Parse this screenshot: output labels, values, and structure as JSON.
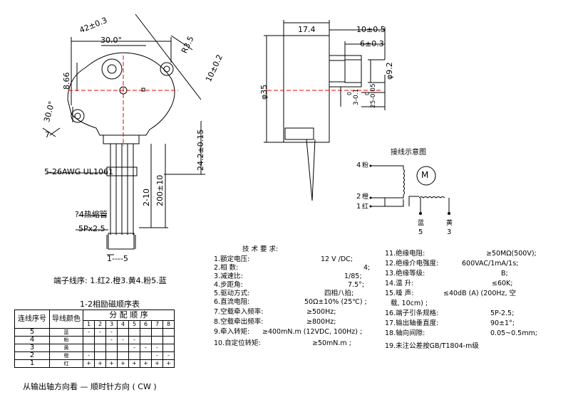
{
  "front_view": {
    "dims": [
      "42±0.3",
      "30.0°",
      "R3.5",
      "10±0.2",
      "8.66",
      "30.0°",
      "7",
      "24.2±0.15",
      "2-10",
      "200±10"
    ],
    "wire_label": "5-26AWG UL1061",
    "sleeve_label": "?4热缩管",
    "pitch_label": "5Px2.5",
    "connector_label": "1----5"
  },
  "side_view": {
    "dims": [
      "17.4",
      "10±0.5",
      "6±0.3",
      "φ35",
      "φ9.2",
      "3-0.1",
      "0",
      "25-0.05",
      "0"
    ]
  },
  "wiring": {
    "title": "接线示意图",
    "motor_symbol": "M",
    "left_labels": [
      {
        "num": "4",
        "color": "粉"
      },
      {
        "num": "2",
        "color": "橙"
      },
      {
        "num": "1",
        "color": "红"
      }
    ],
    "bottom_labels": [
      {
        "color": "蓝",
        "num": "5"
      },
      {
        "color": "黄",
        "num": "3"
      }
    ]
  },
  "terminal_order": "端子线序: 1.红2.橙3.黄4.粉5.蓝",
  "table": {
    "title": "1-2相励磁顺序表",
    "col_seq": "连线序号",
    "col_color": "导线颜色",
    "col_group": "分 配 顺 序",
    "steps": [
      "1",
      "2",
      "3",
      "4",
      "5",
      "6",
      "7",
      "8"
    ],
    "rows": [
      {
        "seq": "5",
        "color": "蓝",
        "cells": [
          "-",
          "-",
          "-",
          "",
          "",
          "",
          "",
          ""
        ]
      },
      {
        "seq": "4",
        "color": "粉",
        "cells": [
          "",
          "",
          "-",
          "-",
          "-",
          "",
          "",
          ""
        ]
      },
      {
        "seq": "3",
        "color": "黄",
        "cells": [
          "",
          "",
          "",
          "",
          "-",
          "-",
          "-",
          ""
        ]
      },
      {
        "seq": "2",
        "color": "橙",
        "cells": [
          "-",
          "",
          "",
          "",
          "",
          "",
          "-",
          "-"
        ]
      },
      {
        "seq": "1",
        "color": "红",
        "cells": [
          "+",
          "+",
          "+",
          "+",
          "+",
          "+",
          "+",
          "+"
        ]
      }
    ],
    "footer": "从输出轴方向看 — 顺时针方向 ( CW )"
  },
  "specs": {
    "title": "技 术 要 求:",
    "left": [
      {
        "label": "1.额定电压:",
        "value": "12 V /DC;"
      },
      {
        "label": "2.相        数:",
        "value": "4;"
      },
      {
        "label": "3.减速比:",
        "value": "1/85;"
      },
      {
        "label": "4.步距角:",
        "value": "7.5°;"
      },
      {
        "label": "5.驱动方式:",
        "value": "四相八拍;"
      },
      {
        "label": "6.直流电阻:",
        "value": "50Ω±10% (25℃) ;"
      },
      {
        "label": "7.空载牵入频率:",
        "value": "≥500Hz;"
      },
      {
        "label": "8.空载牵出频率:",
        "value": "≥800Hz;"
      },
      {
        "label": "9.牵入转矩:",
        "value": "≥400mN.m (12VDC, 100Hz) ;"
      },
      {
        "label": "10.自定位转矩:",
        "value": "≥50mN.m      ;"
      }
    ],
    "right": [
      {
        "label": "11.绝缘电阻:",
        "value": "≥50MΩ(500V);"
      },
      {
        "label": "12.绝缘介电强度:",
        "value": "600VAC/1mA/1s;"
      },
      {
        "label": "13.绝缘等级:",
        "value": "B;"
      },
      {
        "label": "14.温          升:",
        "value": "≤60K;"
      },
      {
        "label": "15.噪          声:",
        "value": "≤40dB (A) (200Hz, 空"
      },
      {
        "label": "",
        "value": "载, 10cm) ;"
      },
      {
        "label": "16.端子引条规格:",
        "value": "5P-2.5;"
      },
      {
        "label": "17.输出轴垂直度:",
        "value": "90±1°;"
      },
      {
        "label": "18.轴向间隙:",
        "value": "0.05~0.5mm;"
      },
      {
        "label": "19.未注公差按GB/T1804-m级",
        "value": ""
      }
    ]
  }
}
